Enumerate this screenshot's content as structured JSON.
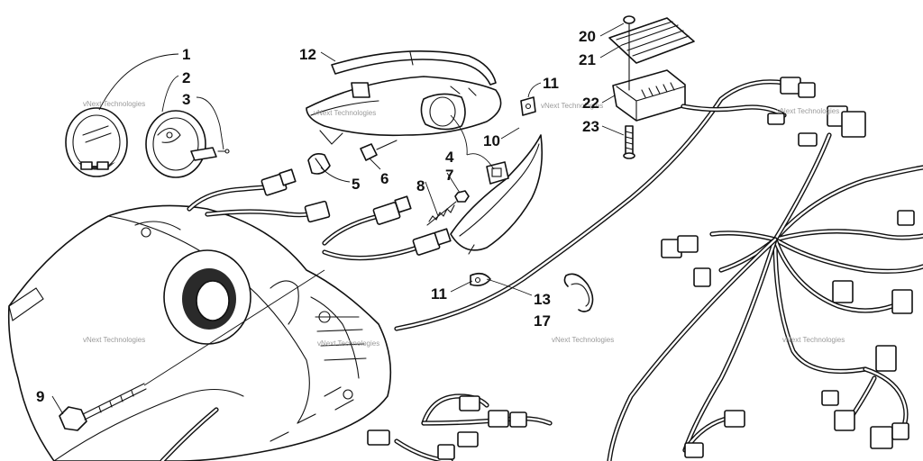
{
  "callouts": {
    "c1": "1",
    "c2": "2",
    "c3": "3",
    "c4": "4",
    "c5": "5",
    "c6": "6",
    "c7": "7",
    "c8": "8",
    "c9": "9",
    "c10": "10",
    "c11a": "11",
    "c11b": "11",
    "c12": "12",
    "c13": "13",
    "c17": "17",
    "c20": "20",
    "c21": "21",
    "c22": "22",
    "c23": "23"
  },
  "watermark": "vNext Technologies"
}
